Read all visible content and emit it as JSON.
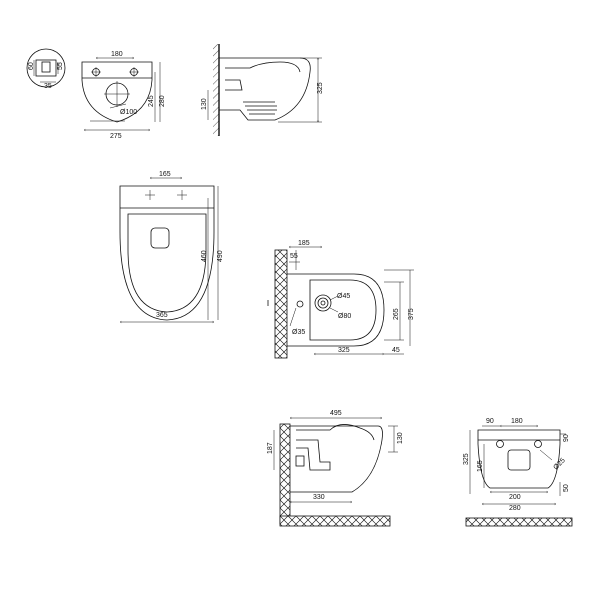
{
  "drawing": {
    "views": [
      {
        "id": "detail-small",
        "dims": [
          "60",
          "55",
          "35"
        ]
      },
      {
        "id": "toilet-rear",
        "dims": [
          "180",
          "245",
          "280",
          "275",
          "Ø100"
        ]
      },
      {
        "id": "toilet-side",
        "dims": [
          "130",
          "325"
        ]
      },
      {
        "id": "toilet-top",
        "dims": [
          "165",
          "460",
          "490",
          "365"
        ]
      },
      {
        "id": "bidet-top",
        "dims": [
          "185",
          "55",
          "Ø45",
          "Ø80",
          "265",
          "375",
          "Ø35",
          "325",
          "45"
        ]
      },
      {
        "id": "bidet-side",
        "dims": [
          "495",
          "187",
          "130",
          "330"
        ]
      },
      {
        "id": "bidet-rear",
        "dims": [
          "90",
          "180",
          "90",
          "325",
          "165",
          "Ø25",
          "200",
          "50",
          "280"
        ]
      }
    ]
  }
}
